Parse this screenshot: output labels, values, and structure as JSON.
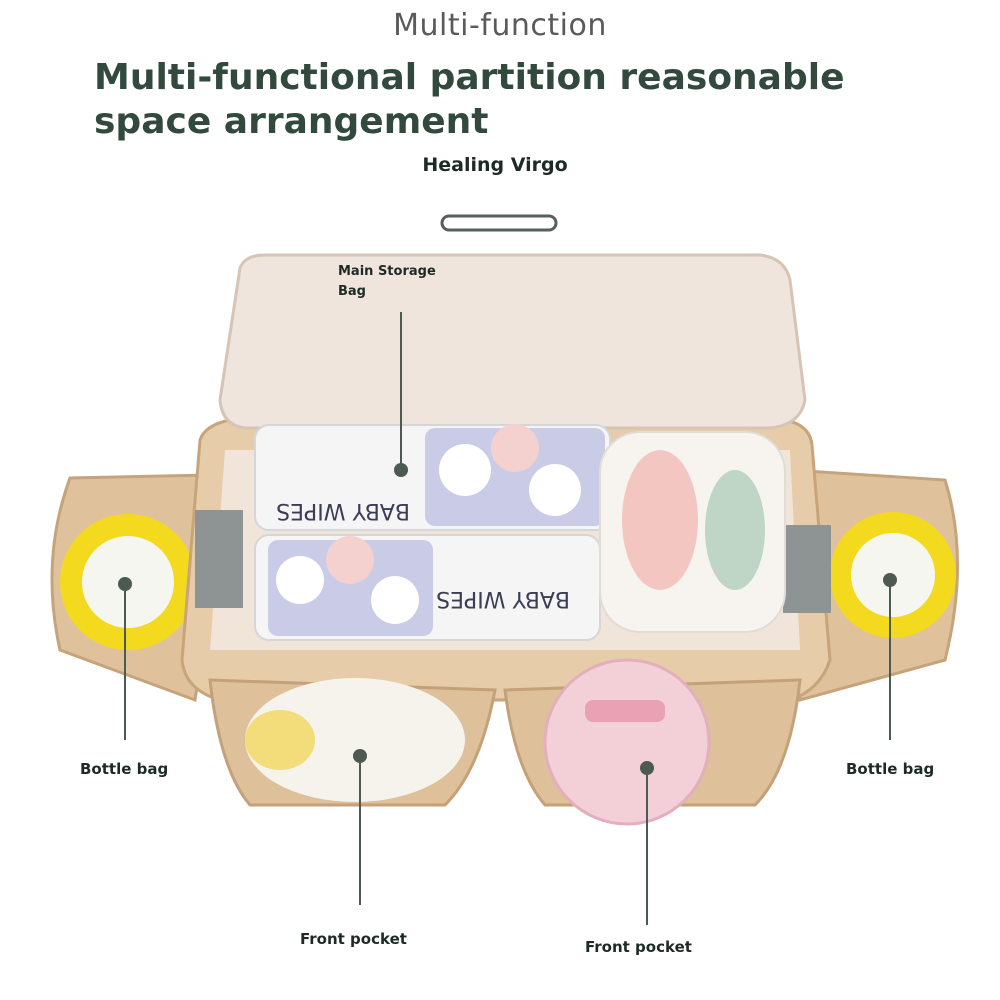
{
  "header": {
    "subtitle": "Multi-function",
    "headline": "Multi-functional partition reasonable space arrangement",
    "brand": "Healing Virgo"
  },
  "callouts": {
    "main_storage": "Main Storage Bag",
    "bottle_left": "Bottle bag",
    "bottle_right": "Bottle bag",
    "front_left": "Front pocket",
    "front_right": "Front pocket"
  },
  "product_print": {
    "wipes_label": "BABY WIPES"
  },
  "colors": {
    "headline": "#32493d",
    "bag_body": "#e3c9a6",
    "bag_lid": "#efe5dc",
    "bottle_yellow": "#f3da1f",
    "callout_line": "#4d5a52"
  }
}
